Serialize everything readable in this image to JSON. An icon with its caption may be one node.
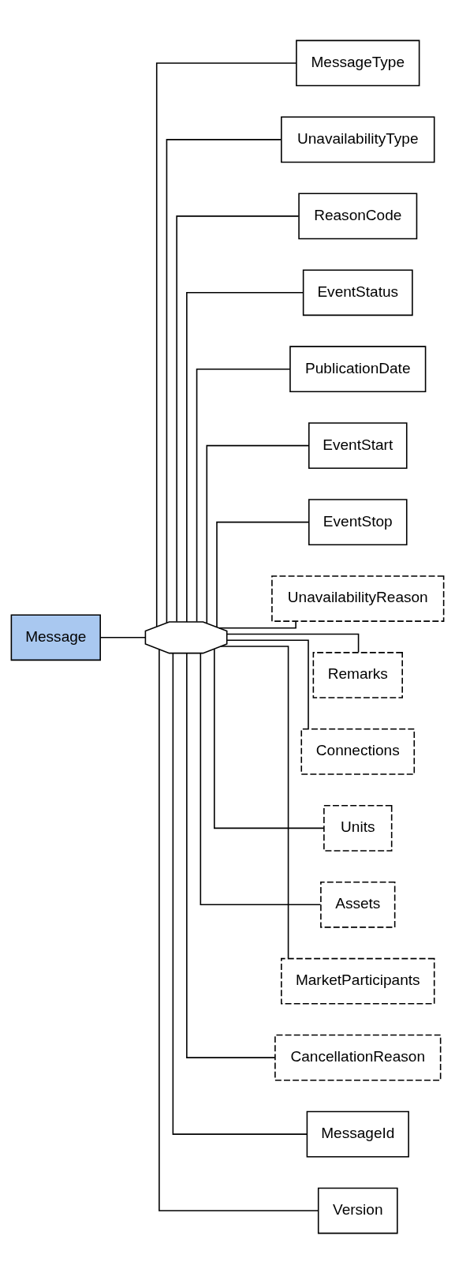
{
  "diagram": {
    "nodes": [
      {
        "text": [
          "Message"
        ]
      },
      {
        "text": [],
        "shape": "octagon"
      },
      {
        "text": [
          "MessageType"
        ]
      },
      {
        "text": [
          "UnavailabilityType"
        ]
      },
      {
        "text": [
          "ReasonCode"
        ]
      },
      {
        "text": [
          "EventStatus"
        ]
      },
      {
        "text": [
          "PublicationDate"
        ]
      },
      {
        "text": [
          "EventStart"
        ]
      },
      {
        "text": [
          "EventStop"
        ]
      },
      {
        "text": [
          "UnavailabilityReason"
        ]
      },
      {
        "text": [
          "Remarks"
        ]
      },
      {
        "text": [
          "Connections"
        ]
      },
      {
        "text": [
          "Units"
        ]
      },
      {
        "text": [
          "Assets"
        ]
      },
      {
        "text": [
          "MarketParticipants"
        ]
      },
      {
        "text": [
          "CancellationReason"
        ]
      },
      {
        "text": [
          "MessageId"
        ]
      },
      {
        "text": [
          "Version"
        ]
      }
    ],
    "edges": [
      {
        "from": 0,
        "to": 1,
        "arrow": "none"
      },
      {
        "from": 1,
        "to": 2,
        "arrow": "none"
      },
      {
        "from": 1,
        "to": 3,
        "arrow": "none"
      },
      {
        "from": 1,
        "to": 4,
        "arrow": "none"
      },
      {
        "from": 1,
        "to": 5,
        "arrow": "none"
      },
      {
        "from": 1,
        "to": 6,
        "arrow": "none"
      },
      {
        "from": 1,
        "to": 7,
        "arrow": "none"
      },
      {
        "from": 1,
        "to": 8,
        "arrow": "none"
      },
      {
        "from": 1,
        "to": 9,
        "arrow": "none"
      },
      {
        "from": 1,
        "to": 10,
        "arrow": "none"
      },
      {
        "from": 1,
        "to": 11,
        "arrow": "none"
      },
      {
        "from": 1,
        "to": 12,
        "arrow": "none"
      },
      {
        "from": 1,
        "to": 13,
        "arrow": "none"
      },
      {
        "from": 1,
        "to": 14,
        "arrow": "none"
      },
      {
        "from": 1,
        "to": 15,
        "arrow": "none"
      },
      {
        "from": 1,
        "to": 16,
        "arrow": "none"
      },
      {
        "from": 1,
        "to": 17,
        "arrow": "none"
      }
    ]
  }
}
